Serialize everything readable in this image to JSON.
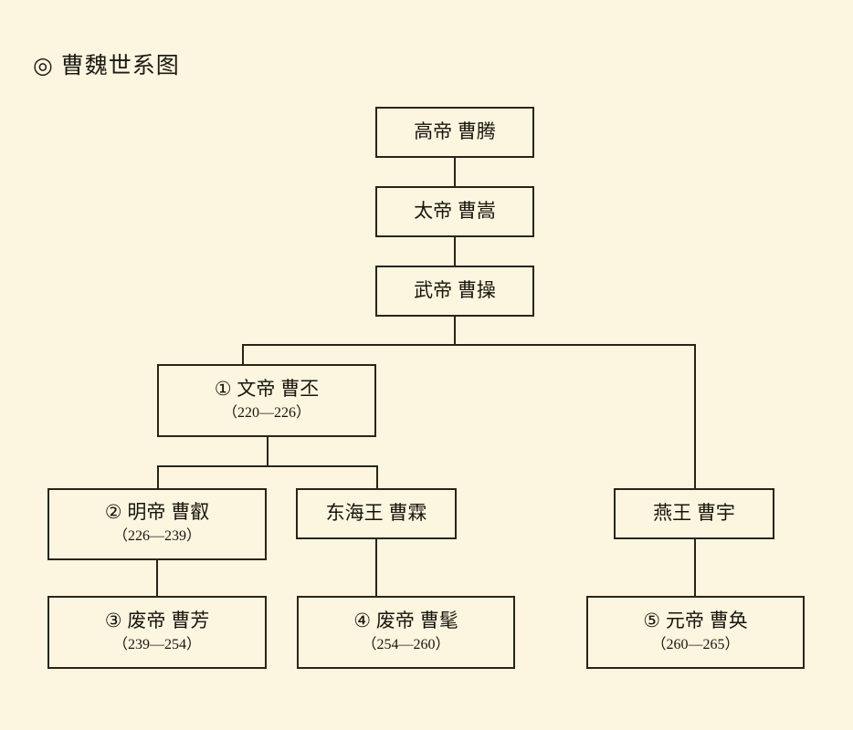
{
  "title": "◎ 曹魏世系图",
  "theme": {
    "background": "#fcf6e0",
    "line": "#2a2418",
    "text": "#17140d"
  },
  "nodes": {
    "gaodi": {
      "name": "高帝 曹腾",
      "years": ""
    },
    "taidi": {
      "name": "太帝 曹嵩",
      "years": ""
    },
    "wudi": {
      "name": "武帝 曹操",
      "years": ""
    },
    "wendi": {
      "name": "① 文帝 曹丕",
      "years": "（220—226）"
    },
    "mingdi": {
      "name": "② 明帝 曹叡",
      "years": "（226—239）"
    },
    "donghaiwang": {
      "name": "东海王 曹霖",
      "years": ""
    },
    "yanwang": {
      "name": "燕王 曹宇",
      "years": ""
    },
    "feidi_caofang": {
      "name": "③ 废帝 曹芳",
      "years": "（239—254）"
    },
    "feidi_caomao": {
      "name": "④ 废帝 曹髦",
      "years": "（254—260）"
    },
    "yuandi": {
      "name": "⑤ 元帝 曹奂",
      "years": "（260—265）"
    }
  },
  "chart_data": {
    "type": "diagram",
    "subtype": "genealogy-tree",
    "title": "◎ 曹魏世系图",
    "nodes": [
      {
        "id": "gaodi",
        "label": "高帝 曹腾",
        "reign": "",
        "order": null,
        "generation": 1
      },
      {
        "id": "taidi",
        "label": "太帝 曹嵩",
        "reign": "",
        "order": null,
        "generation": 2
      },
      {
        "id": "wudi",
        "label": "武帝 曹操",
        "reign": "",
        "order": null,
        "generation": 3
      },
      {
        "id": "wendi",
        "label": "文帝 曹丕",
        "reign": "220—226",
        "order": 1,
        "generation": 4
      },
      {
        "id": "yanwang",
        "label": "燕王 曹宇",
        "reign": "",
        "order": null,
        "generation": 4
      },
      {
        "id": "mingdi",
        "label": "明帝 曹叡",
        "reign": "226—239",
        "order": 2,
        "generation": 5
      },
      {
        "id": "donghaiwang",
        "label": "东海王 曹霖",
        "reign": "",
        "order": null,
        "generation": 5
      },
      {
        "id": "feidi_caofang",
        "label": "废帝 曹芳",
        "reign": "239—254",
        "order": 3,
        "generation": 6
      },
      {
        "id": "feidi_caomao",
        "label": "废帝 曹髦",
        "reign": "254—260",
        "order": 4,
        "generation": 6
      },
      {
        "id": "yuandi",
        "label": "元帝 曹奂",
        "reign": "260—265",
        "order": 5,
        "generation": 5
      }
    ],
    "edges": [
      {
        "from": "gaodi",
        "to": "taidi"
      },
      {
        "from": "taidi",
        "to": "wudi"
      },
      {
        "from": "wudi",
        "to": "wendi"
      },
      {
        "from": "wudi",
        "to": "yanwang"
      },
      {
        "from": "wendi",
        "to": "mingdi"
      },
      {
        "from": "wendi",
        "to": "donghaiwang"
      },
      {
        "from": "mingdi",
        "to": "feidi_caofang"
      },
      {
        "from": "donghaiwang",
        "to": "feidi_caomao"
      },
      {
        "from": "yanwang",
        "to": "yuandi"
      }
    ]
  }
}
